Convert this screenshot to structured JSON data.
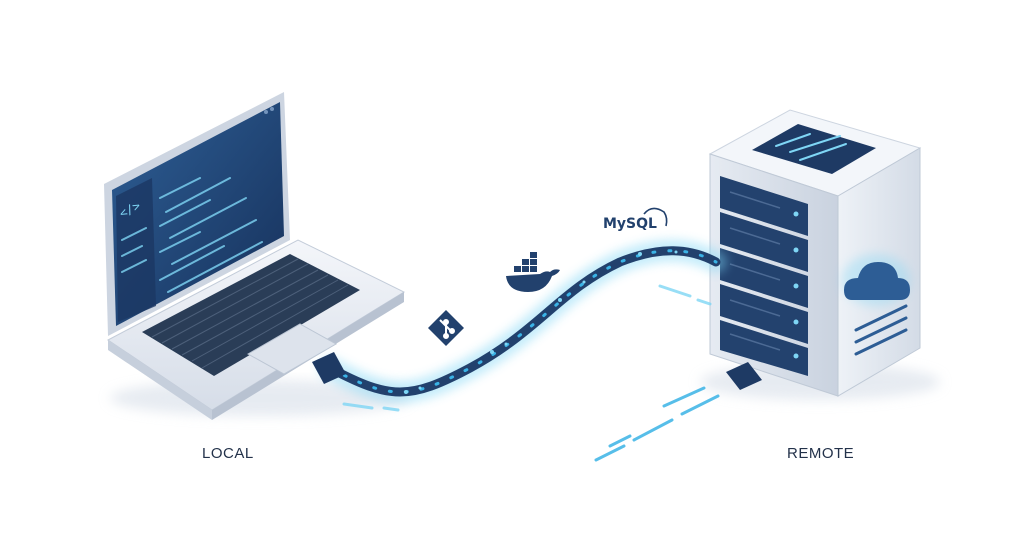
{
  "diagram": {
    "left_node": {
      "label": "LOCAL",
      "icon": "laptop-icon"
    },
    "right_node": {
      "label": "REMOTE",
      "icon": "server-icon"
    },
    "connection": {
      "icon": "cable-icon"
    },
    "services": [
      {
        "icon": "git-icon"
      },
      {
        "icon": "docker-icon"
      },
      {
        "name": "MySQL",
        "icon": "mysql-icon"
      }
    ],
    "code_tag": "</>"
  },
  "colors": {
    "accent": "#3ab3e6",
    "glow": "#7fd6f5",
    "screen_dark": "#1d3a66",
    "screen_light": "#2c5a8e",
    "navy": "#22416d",
    "text": "#23324a"
  }
}
